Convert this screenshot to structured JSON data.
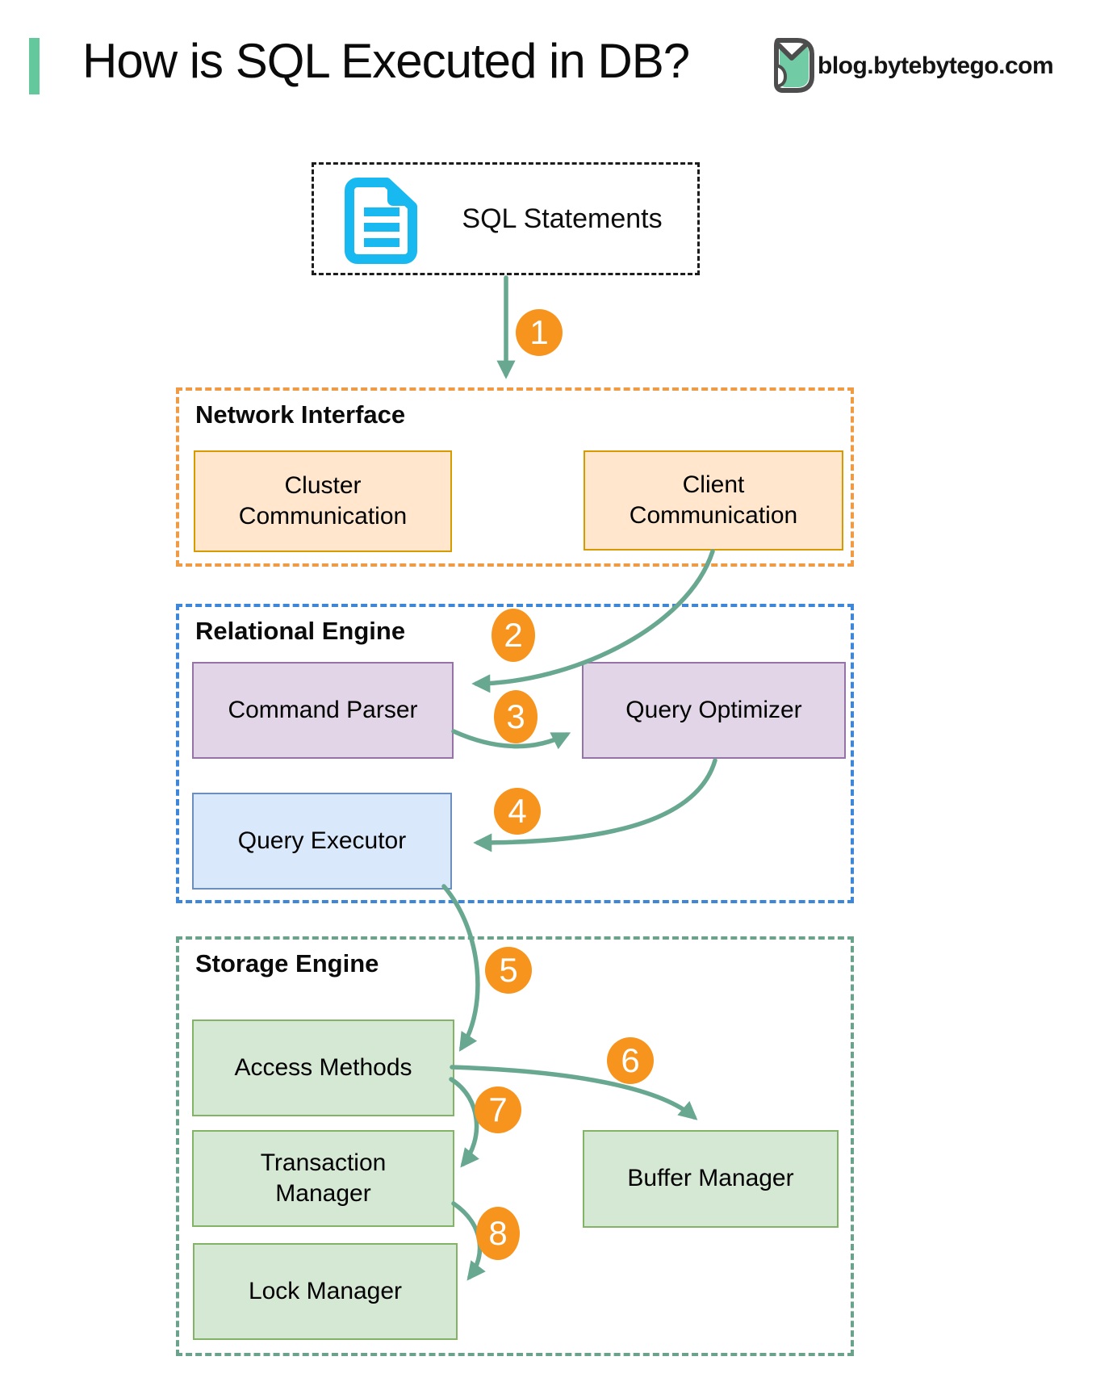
{
  "header": {
    "title": "How is SQL Executed in DB?",
    "site_label": "blog.bytebytego.com"
  },
  "boxes": {
    "sql": "SQL Statements",
    "cluster": "Cluster Communication",
    "client": "Client Communication",
    "parser": "Command Parser",
    "optimizer": "Query Optimizer",
    "executor": "Query Executor",
    "access": "Access Methods",
    "transaction": "Transaction Manager",
    "lock": "Lock Manager",
    "buffer": "Buffer Manager"
  },
  "sections": {
    "network": {
      "title": "Network Interface"
    },
    "relational": {
      "title": "Relational Engine"
    },
    "storage": {
      "title": "Storage Engine"
    }
  },
  "steps": [
    "1",
    "2",
    "3",
    "4",
    "5",
    "6",
    "7",
    "8"
  ],
  "colors": {
    "accent_green": "#63C89B",
    "arrow_teal": "#68A790",
    "step_orange": "#F7941E",
    "network_section_border": "#F09A43",
    "network_box_fill": "#FFE6CC",
    "network_box_border": "#D79B00",
    "relational_section_border": "#3E87D8",
    "purple_box_fill": "#E1D5E7",
    "purple_box_border": "#9673A6",
    "blue_box_fill": "#DAE8FC",
    "blue_box_border": "#6C8EBF",
    "storage_section_border": "#6BA28C",
    "green_box_fill": "#D5E8D4",
    "green_box_border": "#82B366",
    "document_icon_cyan": "#18B9F1"
  }
}
